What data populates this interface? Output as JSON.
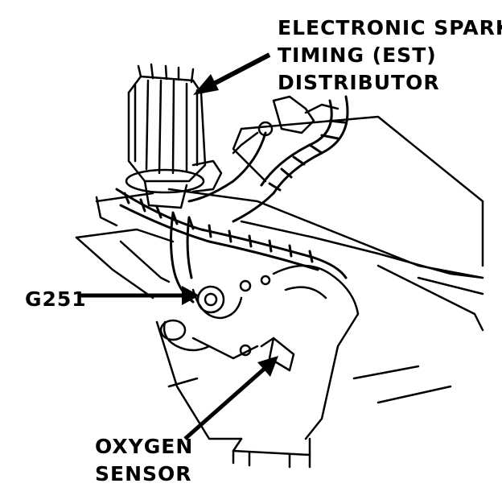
{
  "callouts": {
    "distributor": {
      "line1": "ELECTRONIC SPARK",
      "line2": "TIMING (EST)",
      "line3": "DISTRIBUTOR"
    },
    "ground": {
      "label": "G251"
    },
    "oxygen_sensor": {
      "line1": "OXYGEN",
      "line2": "SENSOR"
    }
  },
  "colors": {
    "ink": "#000000",
    "paper": "#ffffff"
  }
}
